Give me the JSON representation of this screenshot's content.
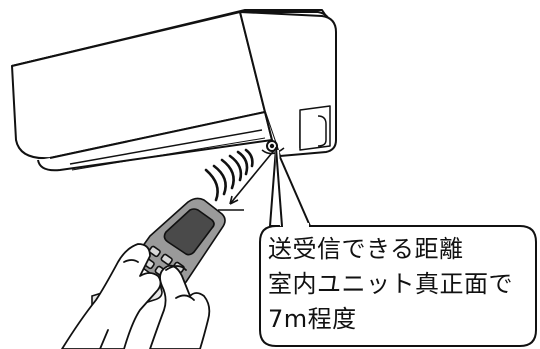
{
  "callout": {
    "line1": "送受信できる距離",
    "line2": "室内ユニット真正面で",
    "line3": "7m程度"
  },
  "colors": {
    "stroke": "#111111",
    "background": "#ffffff",
    "screen": "#4a4a4a",
    "remote_body": "#9a9a9a",
    "holder": "#e6e6e6"
  },
  "icons": [
    "air-conditioner-icon",
    "signal-waves-icon",
    "remote-control-icon",
    "hands-icon",
    "speech-bubble-icon"
  ]
}
